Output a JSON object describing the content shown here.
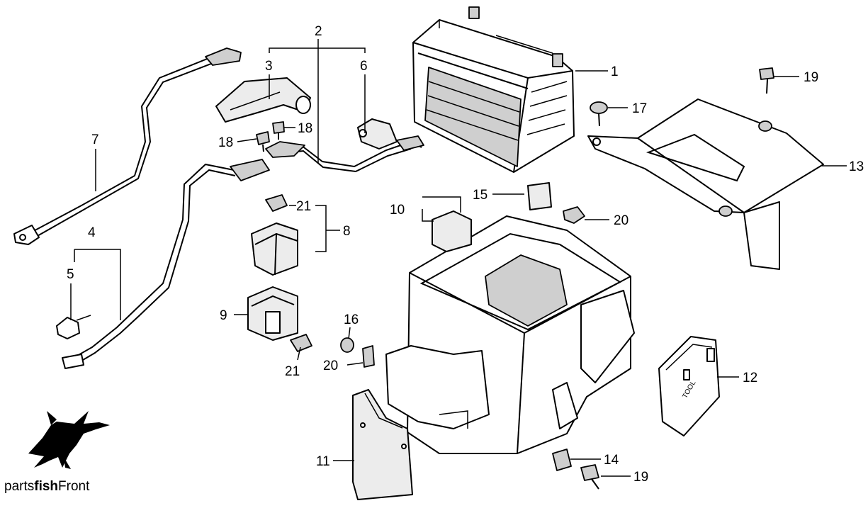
{
  "callouts": {
    "c1": "1",
    "c2": "2",
    "c3": "3",
    "c4": "4",
    "c5": "5",
    "c6": "6",
    "c7": "7",
    "c8": "8",
    "c9": "9",
    "c10": "10",
    "c11": "11",
    "c12": "12",
    "c13": "13",
    "c14": "14",
    "c15": "15",
    "c16": "16",
    "c17": "17",
    "c18a": "18",
    "c18b": "18",
    "c19a": "19",
    "c19b": "19",
    "c20a": "20",
    "c20b": "20",
    "c21a": "21",
    "c21b": "21"
  },
  "tool_lid_text": "TOOL",
  "brand": {
    "pre": "parts",
    "bold": "fish",
    "post": "Front"
  },
  "colors": {
    "ink": "#000000",
    "paper": "#ffffff"
  },
  "icons": {
    "logo": "marlin-fish-icon"
  }
}
